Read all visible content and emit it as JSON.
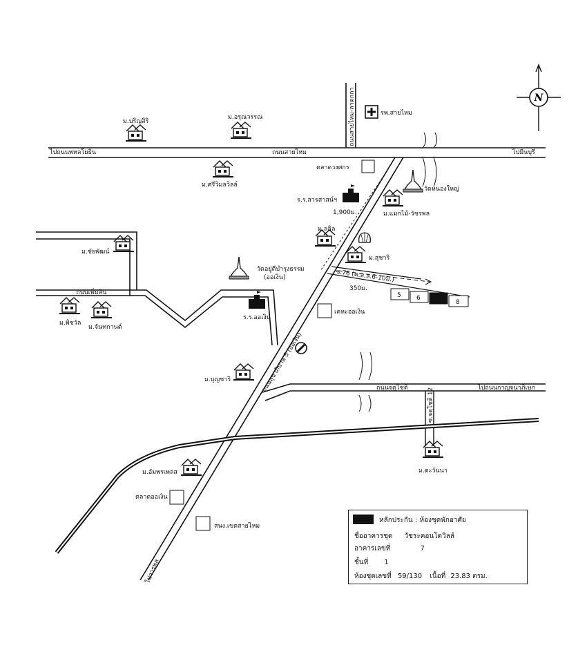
{
  "map": {
    "compass_letter": "N",
    "roads": {
      "top_road": "ถนนสายไหม",
      "top_left_dest": "ไปถนนพหลโยธิน",
      "top_right_dest": "ไปมีนบุรี",
      "vertical_top": "ถนนสายไหม-ลาดกกา",
      "main_diag": "ถนนสุขาภิบาล 5 (ออเงิน)",
      "left_road": "ถนนเพิ่มสิน",
      "lower_road": "ถนนจตุโชติ",
      "lower_right_dest": "ไปถนนกาญจนาภิเษก",
      "soi": "ซ.จตุโชติ 12",
      "bottom_dest": "ไปวารพล",
      "soi76": "ซ.76 (ค.ส.ล.6-10ม.)"
    },
    "places": {
      "hospital": "รพ.สายไหม",
      "baring": "ม.บริญสิริ",
      "arun": "ม.อรุณวรรณ",
      "sriwimon": "ม.ศรีวิมลวิลล์",
      "market1": "ตลาดวงศกร",
      "school1": "ร.ร.สารสาสน์ฯ",
      "dist1900": "1,900ม.",
      "watnongyai": "วัดหนองใหญ่",
      "maeklong": "ม.แมกไม้-วัชรพล",
      "lalin": "ม.ลลิล",
      "sucharit": "ม.สุชาริ",
      "chaipat": "ม.ชัยพัฒน์",
      "watyu": "วัดอยู่ดีบำรุงธรรม\n(ออเงิน)",
      "school2": "ร.ร.ออเงิน",
      "dist350": "350ม.",
      "khet": "เคหะออเงิน",
      "phiwat": "ม.พิชวัล",
      "chanthakan": "ม.จันทกานต์",
      "bunchari": "ม.บุญชาริ",
      "umphon": "ม.อัมพรเพลส",
      "market2": "ตลาดออเงิน",
      "saimai_office": "สนง.เขตสายไหม",
      "tawanna": "ม.ตะวันนา",
      "b5": "5",
      "b6": "6",
      "b8": "8"
    }
  },
  "legend": {
    "title": "หลักประกัน : ห้องชุดพักอาศัย",
    "building_name_label": "ชื่ออาคารชุด",
    "building_name": "วัชระคอนโดวิลล์",
    "building_no_label": "อาคารเลขที่",
    "building_no": "7",
    "floor_label": "ชั้นที่",
    "floor": "1",
    "unit_label": "ห้องชุดเลขที่",
    "unit": "59/130",
    "area_label": "เนื้อที่",
    "area": "23.83 ตรม."
  }
}
